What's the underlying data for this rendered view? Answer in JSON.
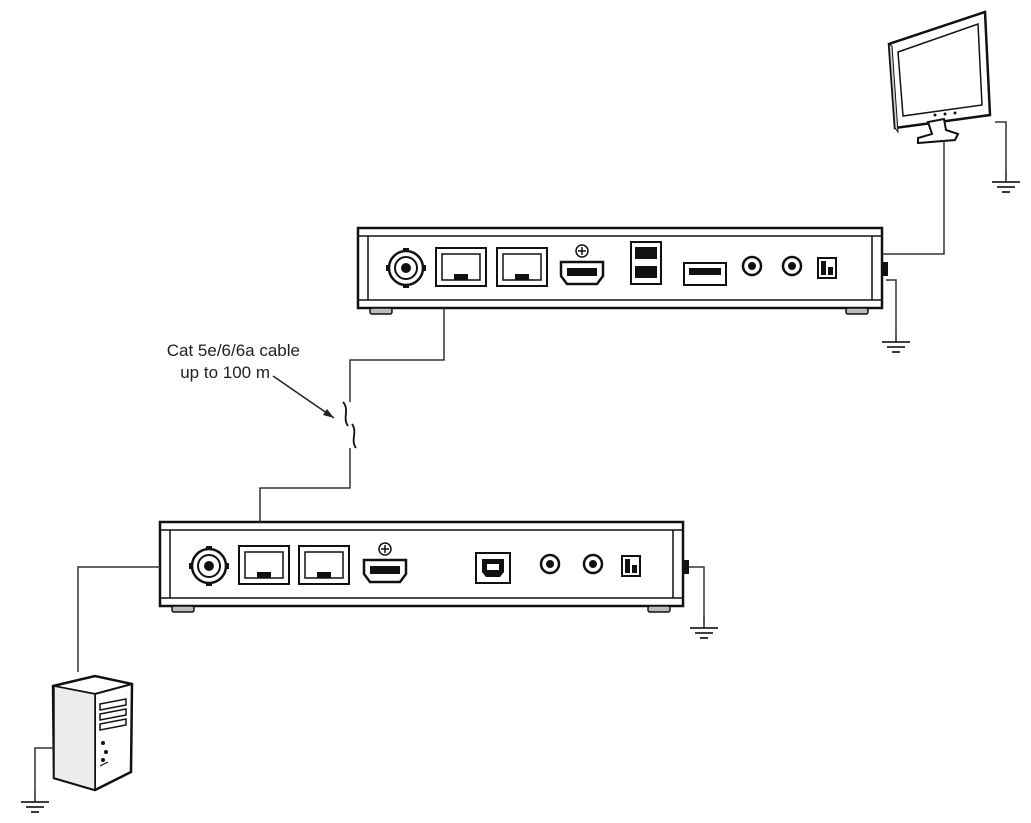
{
  "cable": {
    "label_line1": "Cat 5e/6/6a cable",
    "label_line2": "up to 100 m"
  },
  "colors": {
    "stroke": "#111111",
    "line": "#333333",
    "fill": "#ffffff",
    "shade": "#d9d9d9"
  },
  "components": {
    "local_unit": {
      "ports": [
        "power-jack",
        "rj45-port",
        "rj45-port",
        "hdmi-port",
        "usb-b-port",
        "audio-jack",
        "audio-jack",
        "dip-switch",
        "ground-screw"
      ]
    },
    "remote_unit": {
      "ports": [
        "power-jack",
        "rj45-port",
        "rj45-port",
        "hdmi-port",
        "usb-a-dual-port",
        "usb-a-port",
        "audio-jack",
        "audio-jack",
        "dip-switch",
        "ground-screw"
      ]
    },
    "icons": [
      "computer-tower-icon",
      "monitor-icon",
      "ground-symbol-icon"
    ]
  }
}
